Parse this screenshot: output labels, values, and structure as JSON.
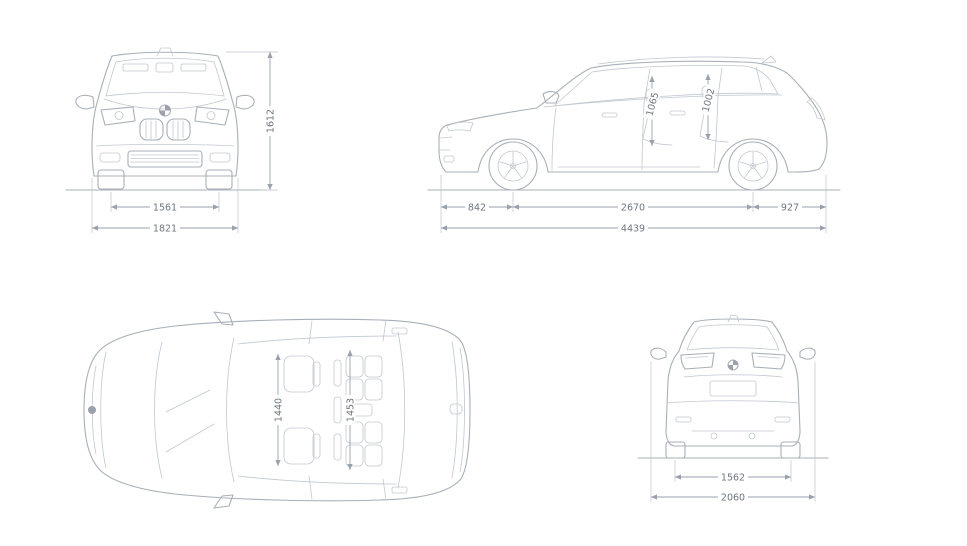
{
  "diagram": {
    "background": "#ffffff",
    "body_line_color": "#a8afb9",
    "detail_line_color": "#c1c7d0",
    "dimension_line_color": "#99a1ac",
    "dimension_text_color": "#6e7681"
  },
  "views": {
    "front": {
      "dims": {
        "height": "1612",
        "track": "1561",
        "width": "1821"
      }
    },
    "side": {
      "dims": {
        "front_interior_height": "1065",
        "rear_interior_height": "1002",
        "front_overhang": "842",
        "wheelbase": "2670",
        "rear_overhang": "927",
        "overall_length": "4439"
      }
    },
    "top": {
      "dims": {
        "front_interior_width": "1440",
        "rear_interior_width": "1453"
      }
    },
    "rear": {
      "dims": {
        "track": "1562",
        "overall_width_mirrors": "2060"
      }
    }
  },
  "icons": {
    "bmw_roundel": "bmw-roundel",
    "arrowhead": "dimension-arrow"
  }
}
